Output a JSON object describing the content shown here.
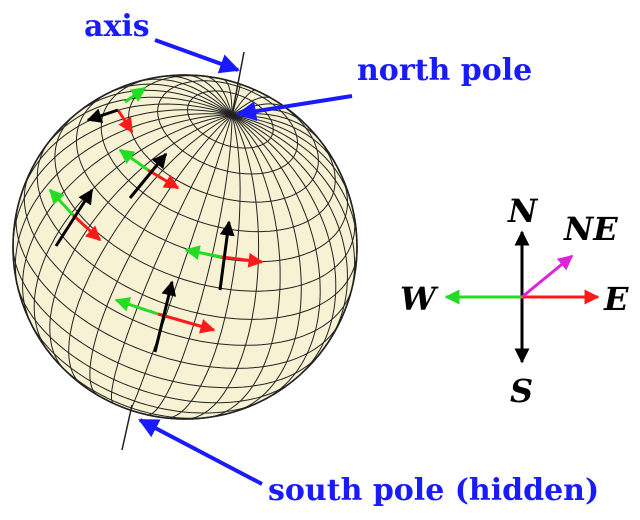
{
  "labels": {
    "axis": "axis",
    "north_pole": "north pole",
    "south_pole": "south pole (hidden)"
  },
  "compass": {
    "N": "N",
    "NE": "NE",
    "E": "E",
    "S": "S",
    "W": "W"
  },
  "colors": {
    "label": "#1a1aff",
    "sphere_fill": "#f7f2d4",
    "grid": "#222222",
    "east_arrow": "#ff1a1a",
    "west_arrow": "#22dd22",
    "north_arrow": "#000000",
    "northeast_arrow": "#dd22dd"
  }
}
